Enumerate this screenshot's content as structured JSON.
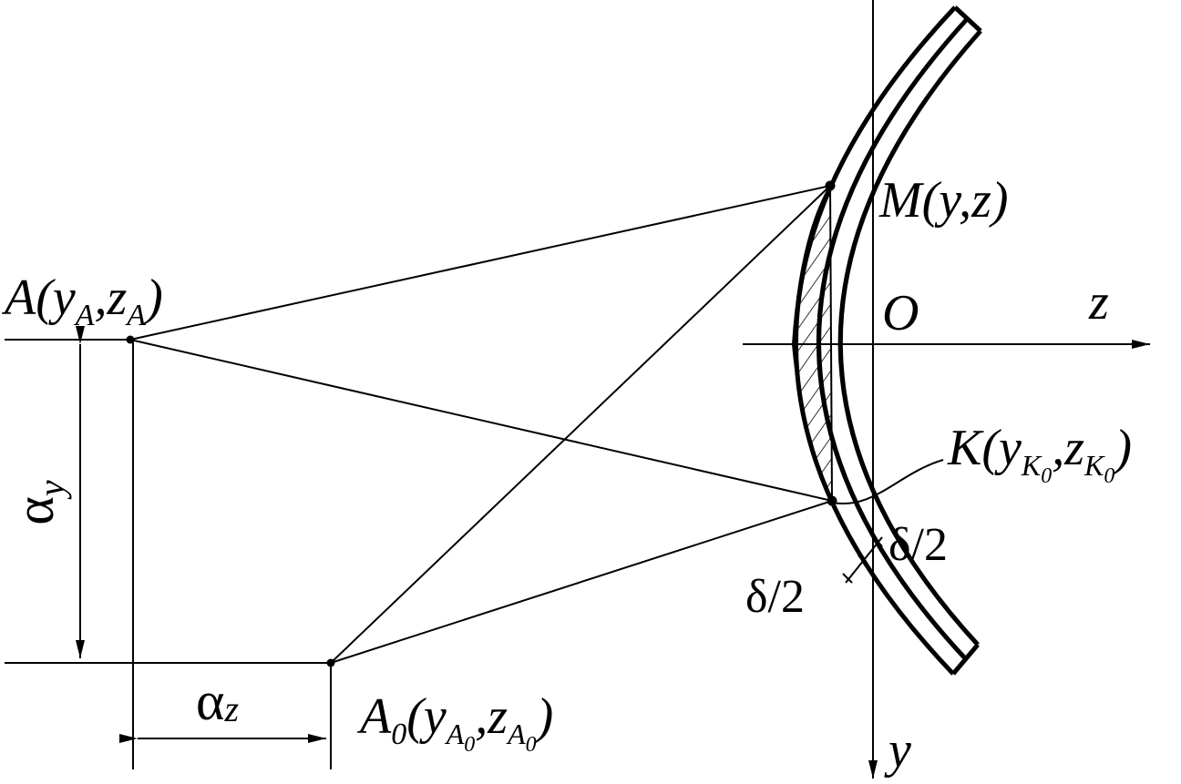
{
  "labels": {
    "point_A": {
      "main": "A(",
      "sub1": "A",
      "sep": ",z",
      "sub2": "A",
      "close": ")",
      "y": "y"
    },
    "point_A0": {
      "main": "A",
      "main_sub": "0",
      "open": "(y",
      "sub1": "A",
      "sub1_sub": "0",
      "sep": ",z",
      "sub2": "A",
      "sub2_sub": "0",
      "close": ")"
    },
    "point_M": "M(y,z)",
    "point_K": {
      "main": "K(y",
      "sub1": "K",
      "sub1_sub": "0",
      "sep": ",z",
      "sub2": "K",
      "sub2_sub": "0",
      "close": ")"
    },
    "origin": "O",
    "axis_z": "z",
    "axis_y": "y",
    "alpha_y": "α",
    "alpha_y_sub": "y",
    "alpha_z": "α",
    "alpha_z_sub": "z",
    "delta_right": "δ/2",
    "delta_left": "δ/2"
  }
}
